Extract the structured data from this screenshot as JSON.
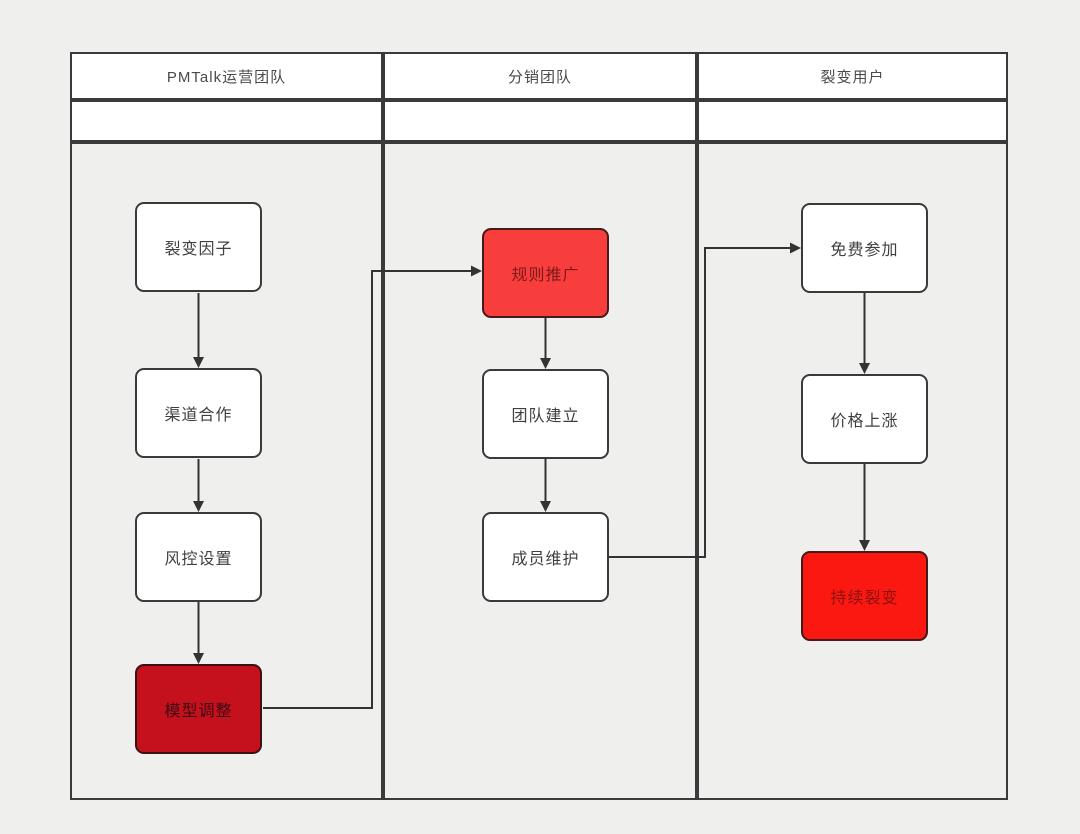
{
  "diagram": {
    "type": "swimlane-flowchart",
    "lanes": [
      {
        "title": "PMTalk运营团队",
        "nodes": [
          {
            "label": "裂变因子",
            "style": "white"
          },
          {
            "label": "渠道合作",
            "style": "white"
          },
          {
            "label": "风控设置",
            "style": "white"
          },
          {
            "label": "模型调整",
            "style": "dark-red"
          }
        ]
      },
      {
        "title": "分销团队",
        "nodes": [
          {
            "label": "规则推广",
            "style": "bright-red"
          },
          {
            "label": "团队建立",
            "style": "white"
          },
          {
            "label": "成员维护",
            "style": "white"
          }
        ]
      },
      {
        "title": "裂变用户",
        "nodes": [
          {
            "label": "免费参加",
            "style": "white"
          },
          {
            "label": "价格上涨",
            "style": "white"
          },
          {
            "label": "持续裂变",
            "style": "bright-red"
          }
        ]
      }
    ],
    "edges": [
      {
        "from": "裂变因子",
        "to": "渠道合作"
      },
      {
        "from": "渠道合作",
        "to": "风控设置"
      },
      {
        "from": "风控设置",
        "to": "模型调整"
      },
      {
        "from": "模型调整",
        "to": "规则推广"
      },
      {
        "from": "规则推广",
        "to": "团队建立"
      },
      {
        "from": "团队建立",
        "to": "成员维护"
      },
      {
        "from": "成员维护",
        "to": "免费参加"
      },
      {
        "from": "免费参加",
        "to": "价格上涨"
      },
      {
        "from": "价格上涨",
        "to": "持续裂变"
      }
    ],
    "colors": {
      "background": "#efefee",
      "lane_header_background": "#ffffff",
      "border": "#3a3a3a",
      "wire": "#333333",
      "node_background": "#ffffff",
      "node_text": "#3f3f3f",
      "node_red_bright": "#f83d3d",
      "node_red_pure": "#fb1810",
      "node_red_dark": "#c5101e",
      "text_on_red": "#7c1b1b"
    }
  }
}
